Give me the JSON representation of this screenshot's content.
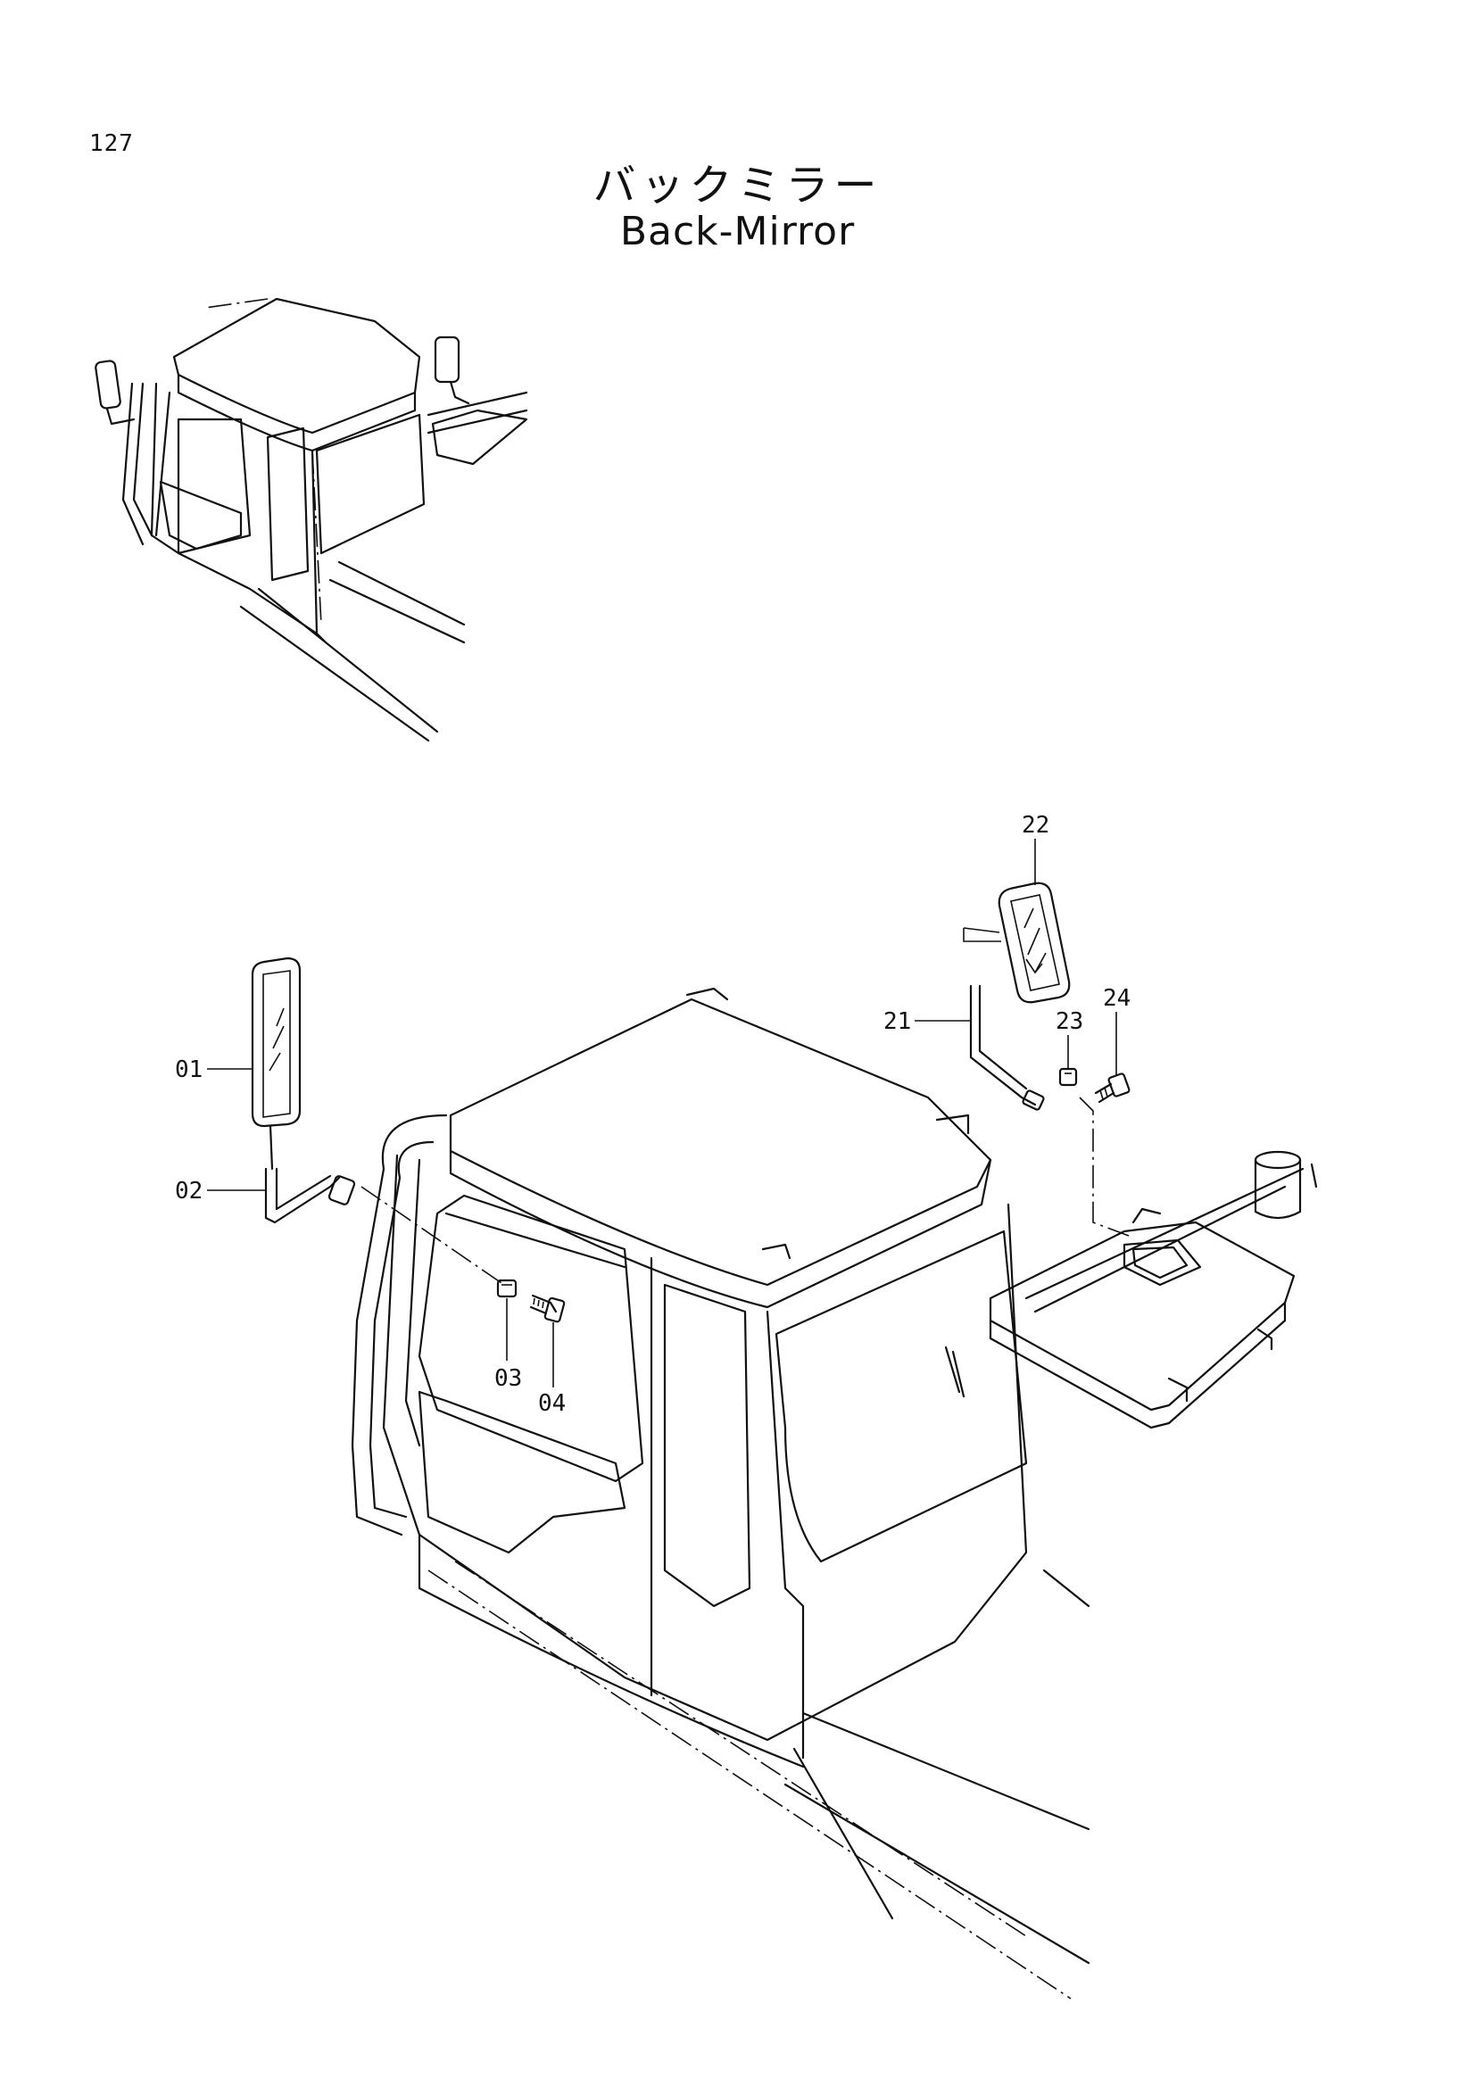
{
  "page": {
    "number": "127"
  },
  "title": {
    "japanese": "バックミラー",
    "english": "Back-Mirror"
  },
  "callouts": [
    {
      "id": "01",
      "label": "01"
    },
    {
      "id": "02",
      "label": "02"
    },
    {
      "id": "03",
      "label": "03"
    },
    {
      "id": "04",
      "label": "04"
    },
    {
      "id": "21",
      "label": "21"
    },
    {
      "id": "22",
      "label": "22"
    },
    {
      "id": "23",
      "label": "23"
    },
    {
      "id": "24",
      "label": "24"
    }
  ]
}
